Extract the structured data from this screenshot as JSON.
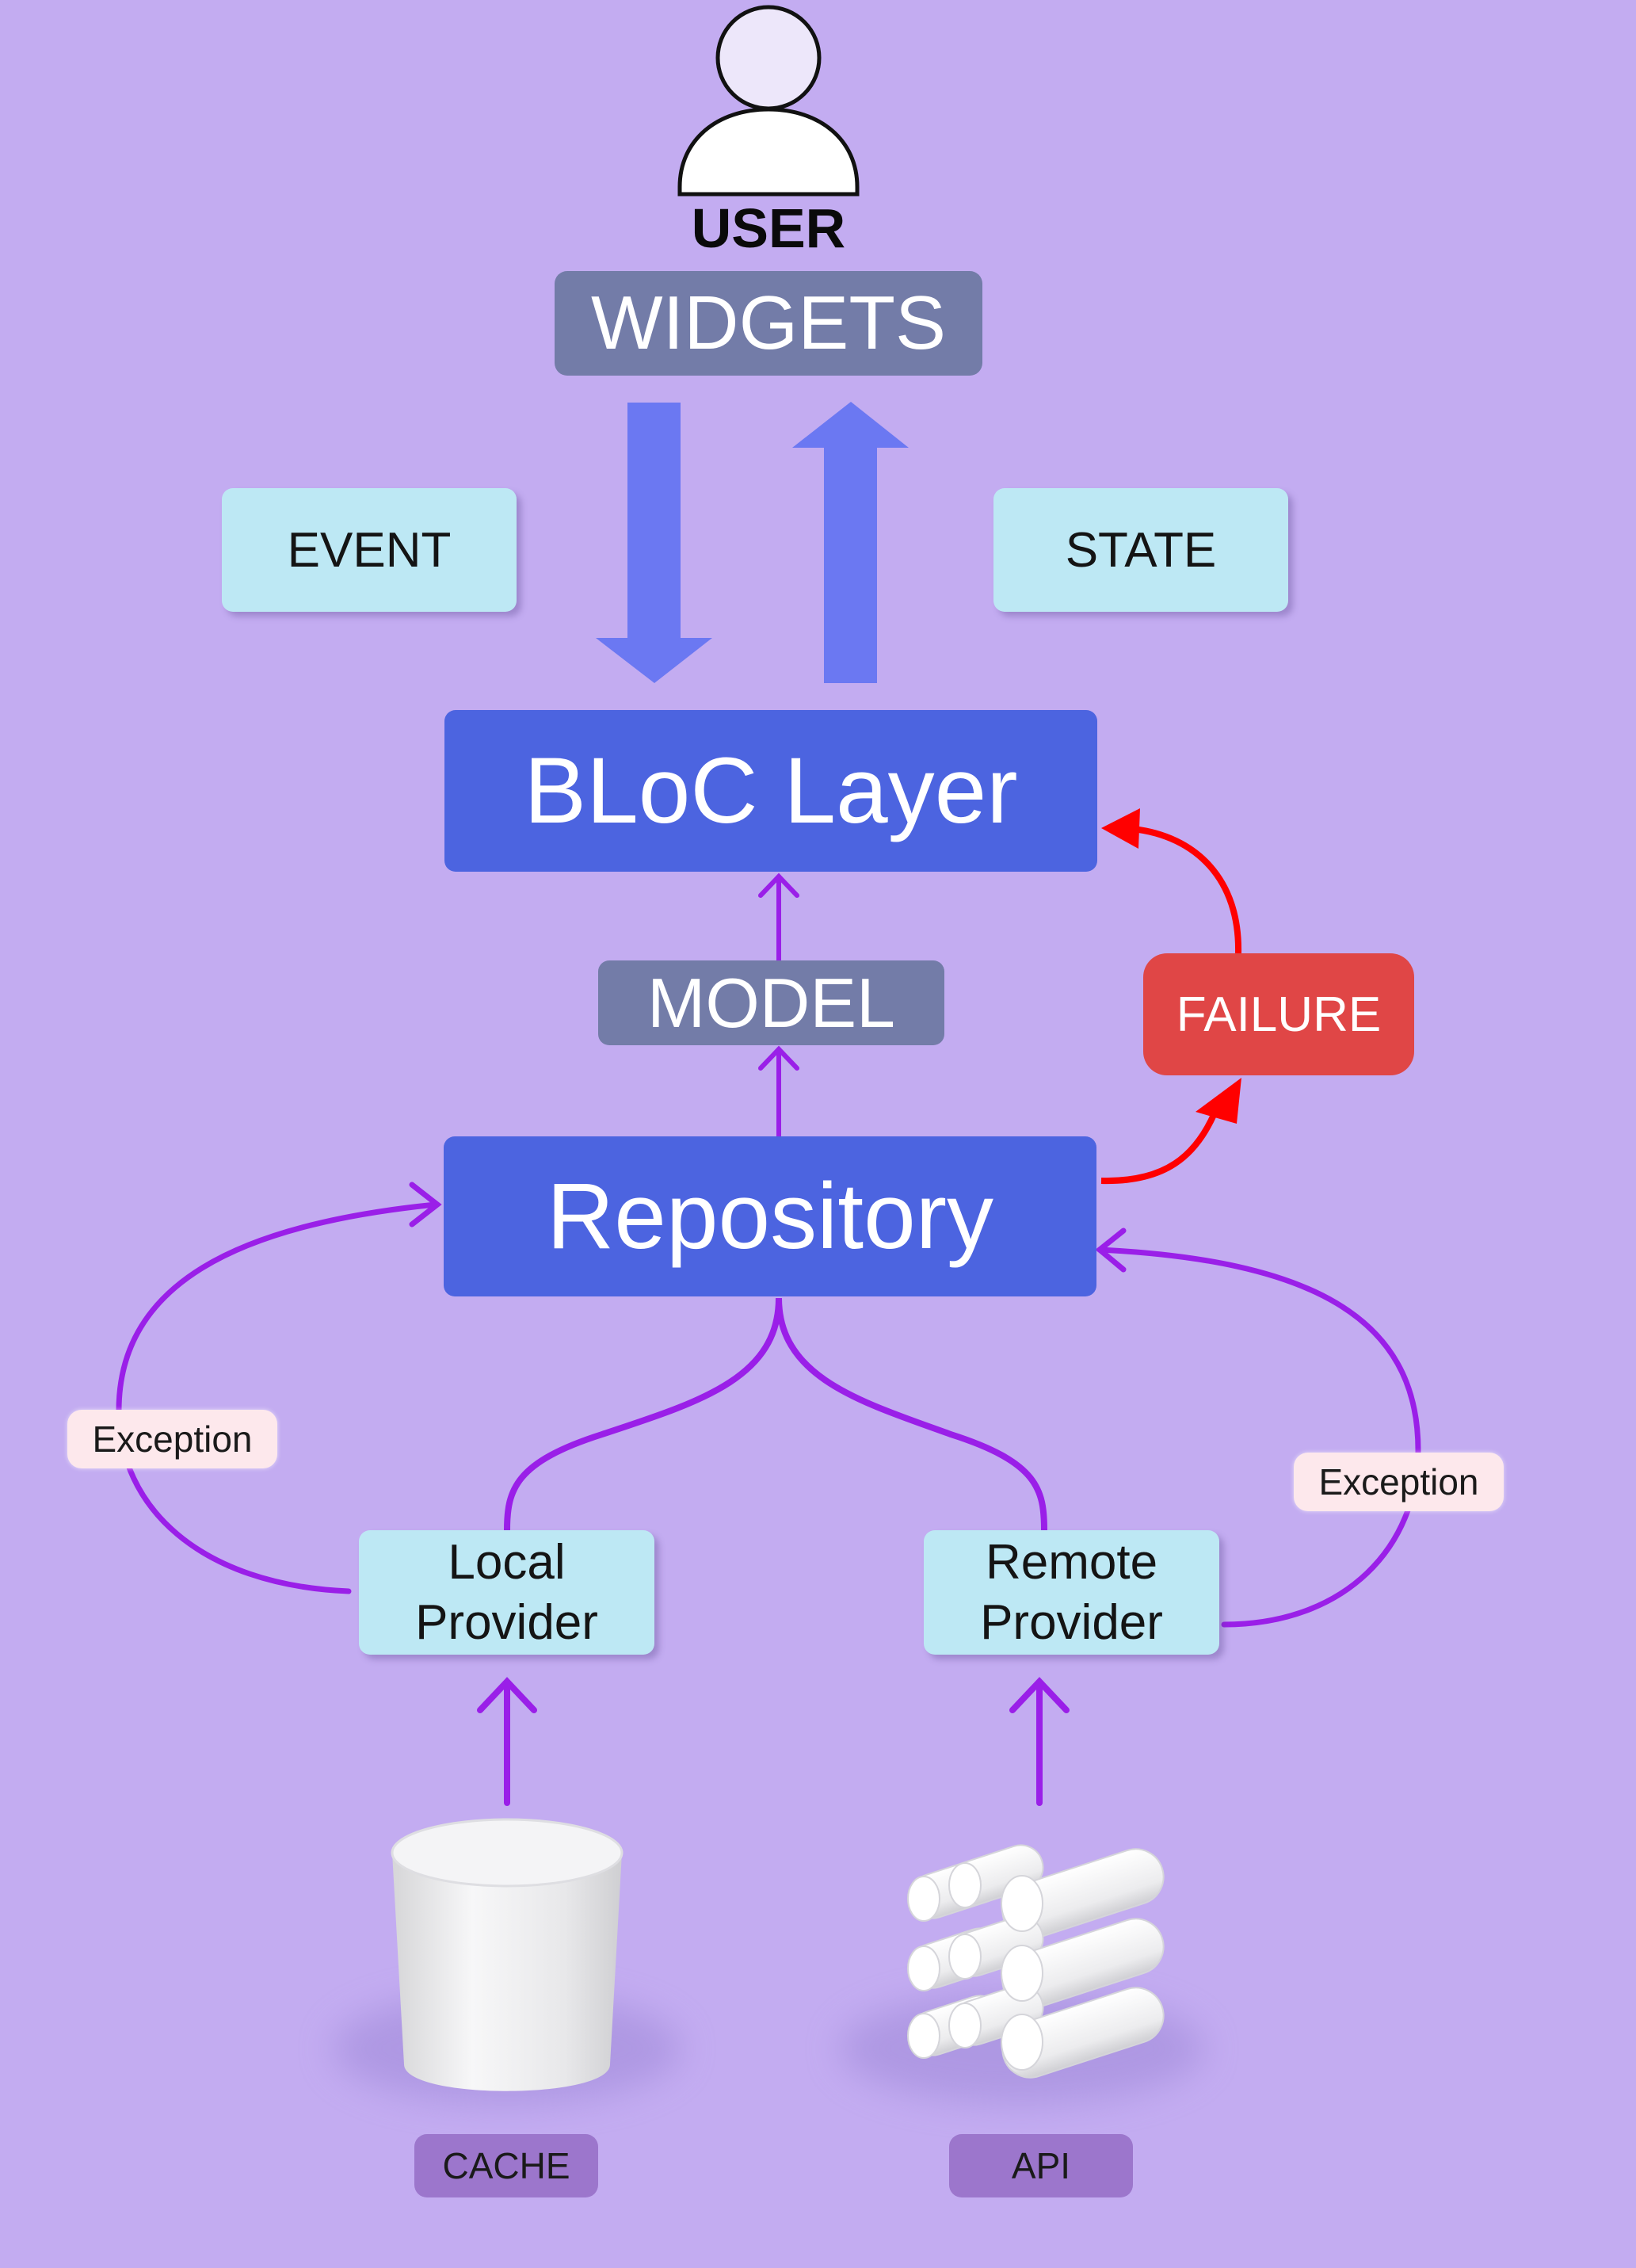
{
  "user": {
    "label": "USER"
  },
  "widgets": {
    "label": "WIDGETS"
  },
  "event": {
    "label": "EVENT"
  },
  "state": {
    "label": "STATE"
  },
  "bloc": {
    "label": "BLoC Layer"
  },
  "model": {
    "label": "MODEL"
  },
  "failure": {
    "label": "FAILURE"
  },
  "repository": {
    "label": "Repository"
  },
  "exceptions": {
    "left": "Exception",
    "right": "Exception"
  },
  "local_provider": {
    "line1": "Local",
    "line2": "Provider"
  },
  "remote_provider": {
    "line1": "Remote",
    "line2": "Provider"
  },
  "sources": {
    "cache": "CACHE",
    "api": "API"
  },
  "colors": {
    "background": "#c3acf1",
    "bloc_blue": "#4c64e0",
    "flow_arrow": "#6b78f2",
    "connector_purple": "#9a1fe8",
    "failure_red": "#e04646",
    "error_arrow": "#ff0000",
    "chip_cyan": "#bde8f4",
    "slate": "#737ca8"
  },
  "icons": [
    "user-icon",
    "cache-database-icon",
    "api-server-icon"
  ]
}
